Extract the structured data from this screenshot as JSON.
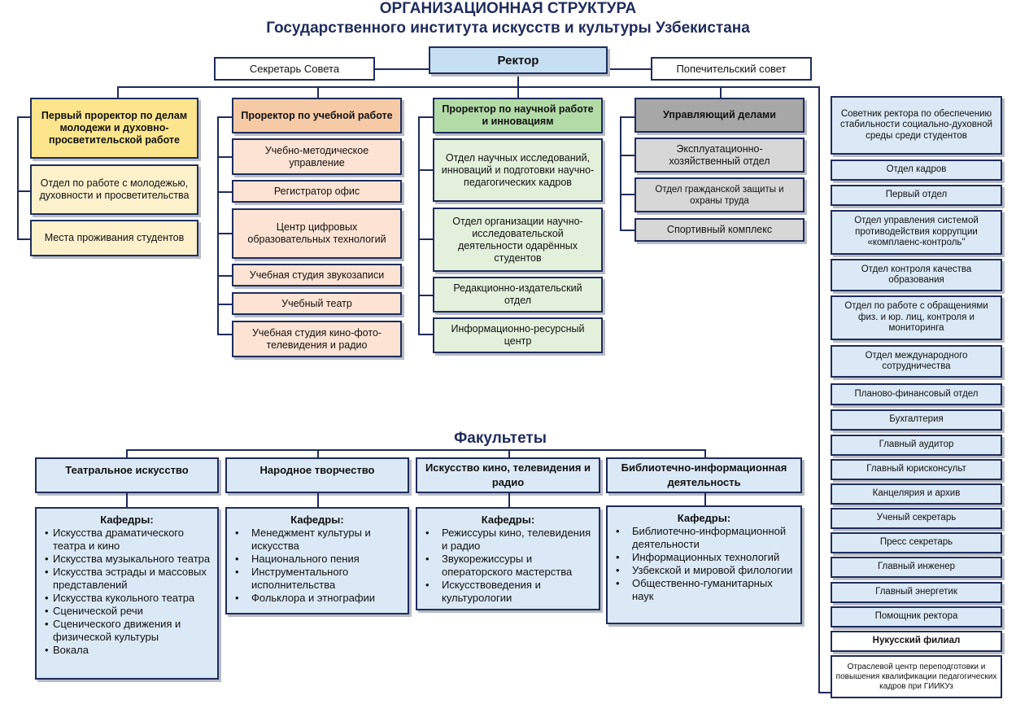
{
  "title": {
    "line1": "ОРГАНИЗАЦИОННАЯ СТРУКТУРА",
    "line2": "Государственного института искусств и культуры Узбекистана"
  },
  "top": {
    "rector": "Ректор",
    "secretary": "Секретарь Совета",
    "trustees": "Попечительский совет"
  },
  "columns": [
    {
      "head": "Первый проректор по делам молодежи и духовно-просветительской работе",
      "items": [
        "Отдел по работе с молодежью, духовности и просветительства",
        "Места проживания студентов"
      ]
    },
    {
      "head": "Проректор по учебной работе",
      "items": [
        "Учебно-методическое управление",
        "Регистратор офис",
        "Центр цифровых образовательных технологий",
        "Учебная студия звукозаписи",
        "Учебный театр",
        "Учебная студия кино-фото-телевидения и радио"
      ]
    },
    {
      "head": "Проректор по научной работе и инновациям",
      "items": [
        "Отдел научных исследований, инноваций и подготовки научно-педагогических кадров",
        "Отдел организации научно-исследовательской деятельности одарённых студентов",
        "Редакционно-издательский отдел",
        "Информационно-ресурсный центр"
      ]
    },
    {
      "head": "Управляющий делами",
      "items": [
        "Эксплуатационно-хозяйственный отдел",
        "Отдел гражданской защиты и охраны труда",
        "Спортивный комплекс"
      ]
    }
  ],
  "right": [
    "Советник ректора по обеспечению стабильности социально-духовной среды среди студентов",
    "Отдел кадров",
    "Первый отдел",
    "Отдел управления системой противодействия коррупции «комплаенс-контроль\"",
    "Отдел контроля качества образования",
    "Отдел по работе с обращениями физ. и юр. лиц, контроля и мониторинга",
    "Отдел международного сотрудничества",
    "Планово-финансовый отдел",
    "Бухгалтерия",
    "Главный аудитор",
    "Главный юрисконсульт",
    "Канцелярия и архив",
    "Ученый секретарь",
    "Пресс секретарь",
    "Главный инженер",
    "Главный энергетик",
    "Помощник ректора",
    "Нукусский филиал",
    "Отраслевой центр переподготовки и повышения квалификации педагогических кадров при ГИИКУз"
  ],
  "faculties": {
    "title": "Факультеты",
    "kafedry_label": "Кафедры:",
    "items": [
      {
        "name": "Театральное искусство",
        "departments": [
          "Искусства драматического театра и кино",
          "Искусства музыкального театра",
          "Искусства эстрады и массовых представлений",
          "Искусства кукольного театра",
          "Сценической речи",
          "Сценического движения и физической культуры",
          "Вокала"
        ]
      },
      {
        "name": "Народное творчество",
        "departments": [
          "Менеджмент культуры и искусства",
          "Национального пения",
          "Инструментального исполнительства",
          "Фольклора и этнографии"
        ]
      },
      {
        "name": "Искусство кино, телевидения и радио",
        "departments": [
          "Режиссуры кино, телевидения и радио",
          "Звукорежиссуры и операторского мастерства",
          "Искусствоведения и культурологии"
        ]
      },
      {
        "name": "Библиотечно-информационная деятельность",
        "departments": [
          "Библиотечно-информационной деятельности",
          "Информационных технологий",
          "Узбекской и мировой филологии",
          "Общественно-гуманитарных наук"
        ]
      }
    ]
  },
  "colors": {
    "border": "#1f2c5c",
    "col1_head": "#fde58e",
    "col1_item": "#fdf1cc",
    "col2_head": "#f7caa6",
    "col2_item": "#fde3d3",
    "col3_head": "#b3dba7",
    "col3_item": "#e3f0db",
    "col4_head": "#a7a7a7",
    "col4_item": "#d7d7d7",
    "rector": "#c7dff2",
    "right_item": "#dbe9f6"
  }
}
